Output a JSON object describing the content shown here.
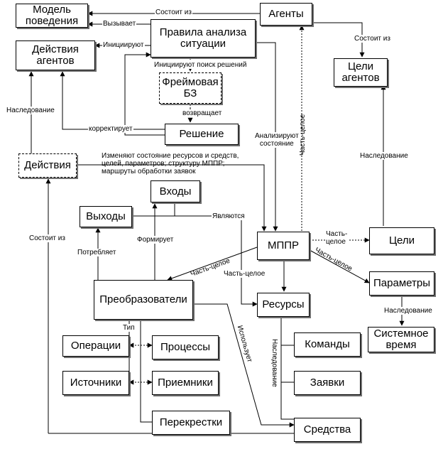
{
  "nodes": {
    "model": "Модель\nповедения",
    "agents": "Агенты",
    "rules": "Правила анализа\nситуации",
    "agent_actions": "Действия\nагентов",
    "agent_goals": "Цели\nагентов",
    "frame_kb": "Фреймовая\nБЗ",
    "solution": "Решение",
    "actions": "Действия",
    "inputs": "Входы",
    "outputs": "Выходы",
    "mppr": "МППР",
    "goals": "Цели",
    "parameters": "Параметры",
    "converters": "Преобразователи",
    "resources": "Ресурсы",
    "system_time": "Системное\nвремя",
    "operations": "Операции",
    "processes": "Процессы",
    "commands": "Команды",
    "sources": "Источники",
    "receivers": "Приемники",
    "requests": "Заявки",
    "crossroads": "Перекрестки",
    "means": "Средства"
  },
  "edge_labels": {
    "consists_of_top": "Состоит из",
    "calls": "Вызывает",
    "initiate": "Инициируют",
    "consists_of_goals": "Состоит из",
    "initiate_search": "Инициируют поиск решений",
    "returns": "возвращает",
    "corrects": "корректирует",
    "inheritance_left": "Наследование",
    "analyze_state": "Анализируют\nсостояние",
    "part_whole_vertical": "Часть-целое",
    "inheritance_right": "Наследование",
    "change_state": "Изменяют состояние ресурсов и средств,\nцелей, параметров; структуру МППР;\nмаршруты обработки заявок",
    "are": "Являются",
    "part_whole_goals": "Часть-\nцелое",
    "part_whole_params": "Часть-целое",
    "consists_of_left": "Состоит из",
    "forms": "Формирует",
    "consumes": "Потребляет",
    "part_whole_conv": "Часть-целое",
    "part_whole_res": "Часть-целое",
    "inheritance_time": "Наследование",
    "type": "Тип",
    "uses": "Использует",
    "inheritance_res": "Наследование"
  }
}
